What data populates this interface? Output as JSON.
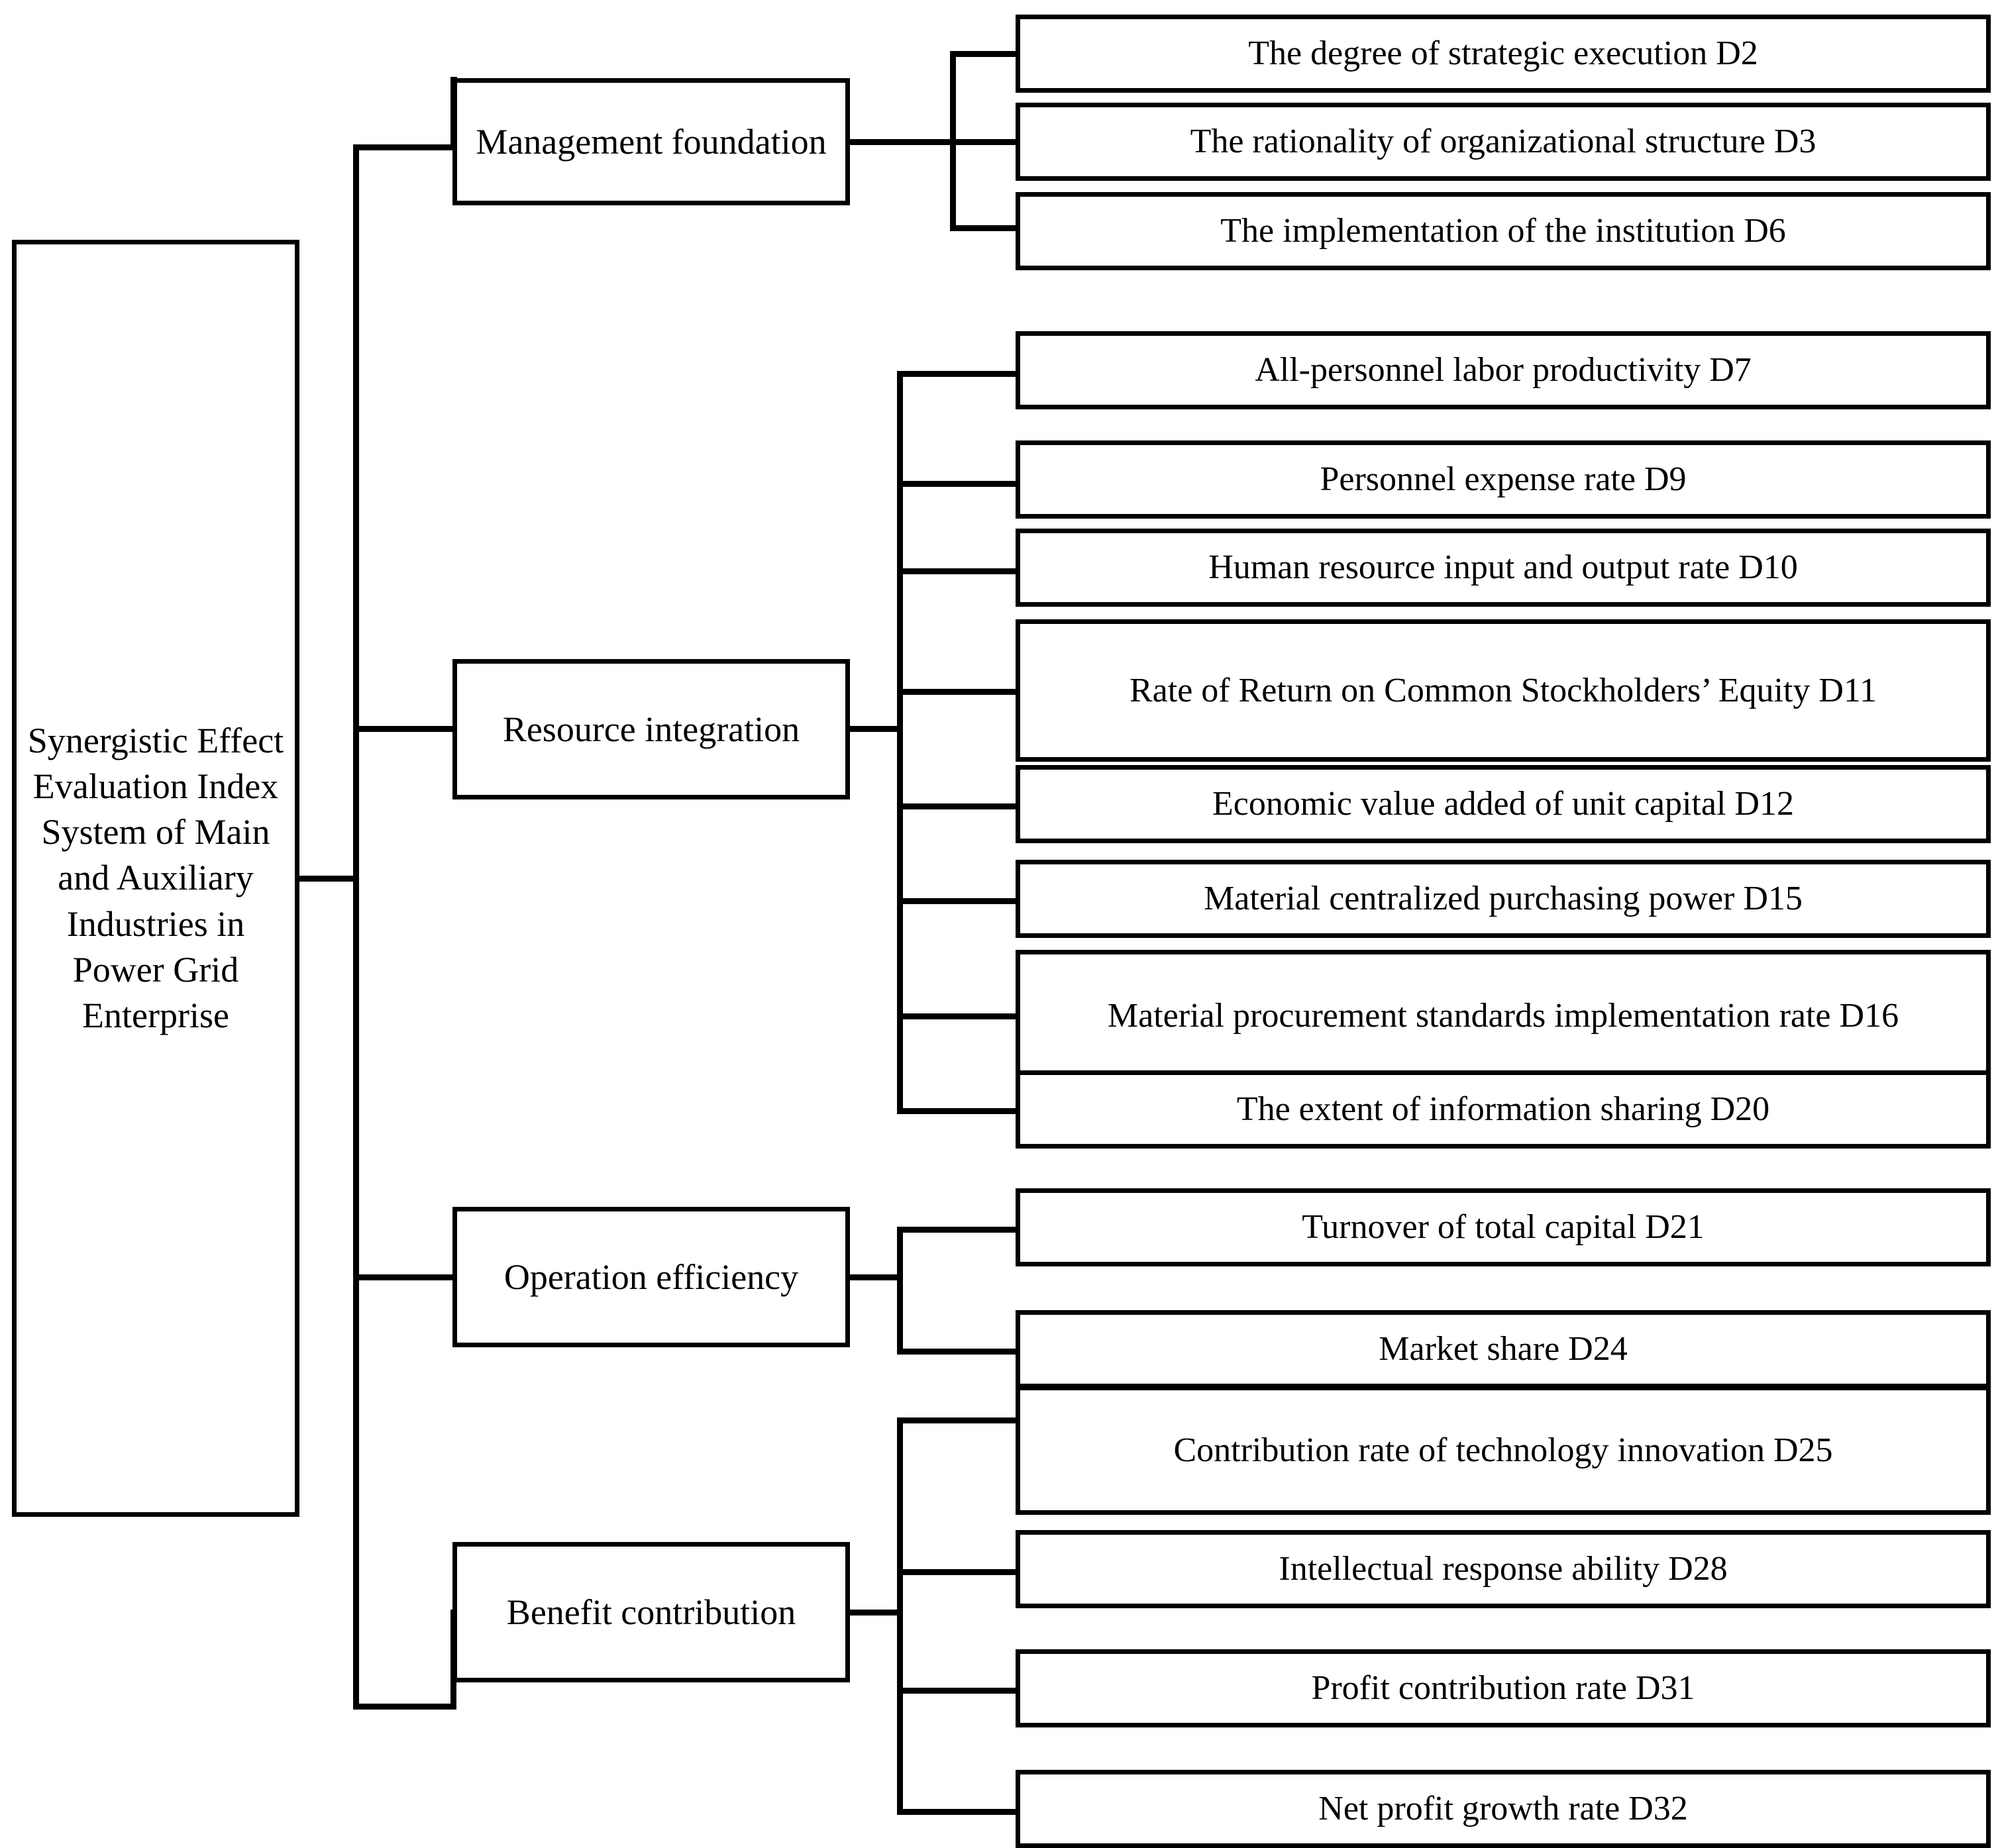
{
  "diagram": {
    "type": "hierarchy-tree",
    "orientation": "left-to-right",
    "root": {
      "label": "Synergistic Effect Evaluation Index System of Main and Auxiliary Industries in Power Grid Enterprise"
    },
    "branches": [
      {
        "label": "Management foundation",
        "leaves": [
          "The degree of strategic execution D2",
          "The rationality of organizational structure D3",
          "The implementation of the institution D6"
        ]
      },
      {
        "label": "Resource integration",
        "leaves": [
          "All-personnel labor productivity D7",
          "Personnel expense rate D9",
          "Human resource input and output rate D10",
          "Rate of Return on Common Stockholders’ Equity D11",
          "Economic value added of unit capital D12",
          "Material centralized purchasing power D15",
          "Material procurement standards implementation rate D16",
          "The extent of information sharing D20"
        ]
      },
      {
        "label": "Operation efficiency",
        "leaves": [
          "Turnover of total capital D21",
          "Market share D24"
        ]
      },
      {
        "label": "Benefit contribution",
        "leaves": [
          "Contribution rate of technology innovation D25",
          "Intellectual response ability D28",
          "Profit contribution rate D31",
          "Net profit growth rate D32"
        ]
      }
    ],
    "colors": {
      "stroke": "#000000",
      "fill": "#ffffff",
      "text": "#000000"
    }
  }
}
